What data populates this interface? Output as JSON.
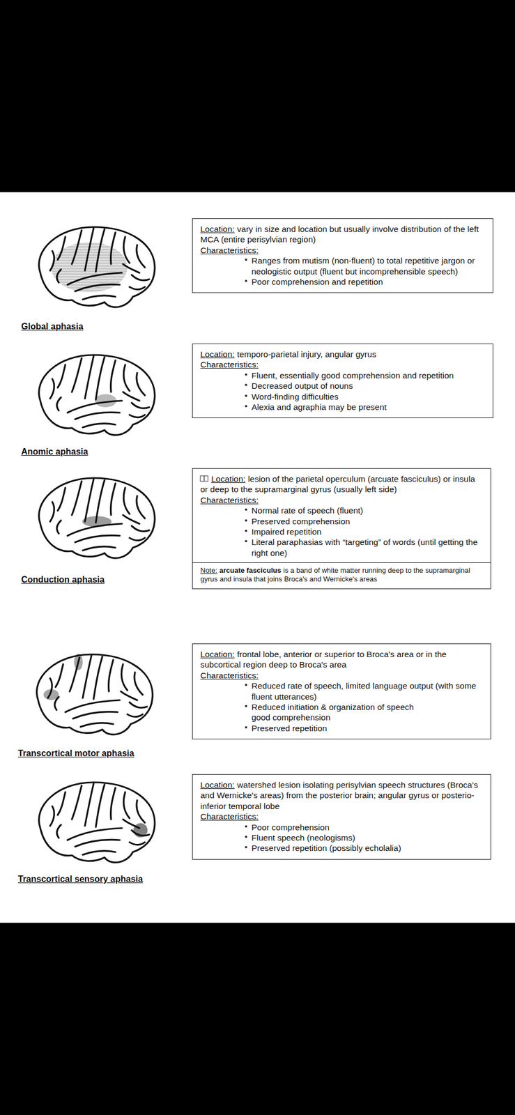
{
  "diagram": {
    "nodes": [
      {
        "text": [
          "Location:",
          "vary in size and location but usually involve distribution of the left MCA (entire perisylvian region)",
          "Characteristics:",
          "Ranges from mutism (non-fluent) to total repetitive jargon or neologistic output (fluent but incomprehensible speech)",
          "Poor comprehension and repetition"
        ]
      },
      {
        "text": [
          "Location:",
          "temporo-parietal injury, angular gyrus",
          "Characteristics:",
          "Fluent, essentially good comprehension and repetition",
          "Decreased output of nouns",
          "Word-finding difficulties",
          "Alexia and agraphia may be present"
        ]
      },
      {
        "text": [
          "Location:",
          "lesion of the parietal operculum (arcuate fasciculus) or insula or deep to the supramarginal gyrus (usually left side)",
          "Characteristics:",
          "Normal rate of speech (fluent)",
          "Preserved comprehension",
          "Impaired repetition",
          "Literal paraphasias with “targeting” of words (until getting the right one)"
        ]
      },
      {
        "text": [
          "Note:",
          "arcuate fasciculus",
          "is a band of white matter running deep to the supramarginal gyrus and insula that joins Broca's and Wernicke's areas"
        ],
        "in": 2
      },
      {
        "text": [
          "Location:",
          "frontal lobe, anterior or superior to Broca's area or in the subcortical region deep to Broca's area",
          "Characteristics:",
          "Reduced rate of speech, limited language output (with some fluent utterances)",
          "Reduced initiation & organization of speech",
          "good comprehension",
          "Preserved repetition"
        ]
      },
      {
        "text": [
          "Location:",
          "watershed lesion isolating perisylvian speech structures (Broca's and Wernicke's areas) from the posterior brain; angular gyrus or posterio-inferior temporal lobe",
          "Characteristics:",
          "Poor comprehension",
          "Fluent speech (neologisms)",
          "Preserved repetition (possibly echolalia)"
        ]
      }
    ],
    "labels": [
      "Global aphasia",
      "Anomic aphasia",
      "Conduction aphasia",
      "Transcortical motor aphasia",
      "Transcortical sensory aphasia"
    ]
  }
}
